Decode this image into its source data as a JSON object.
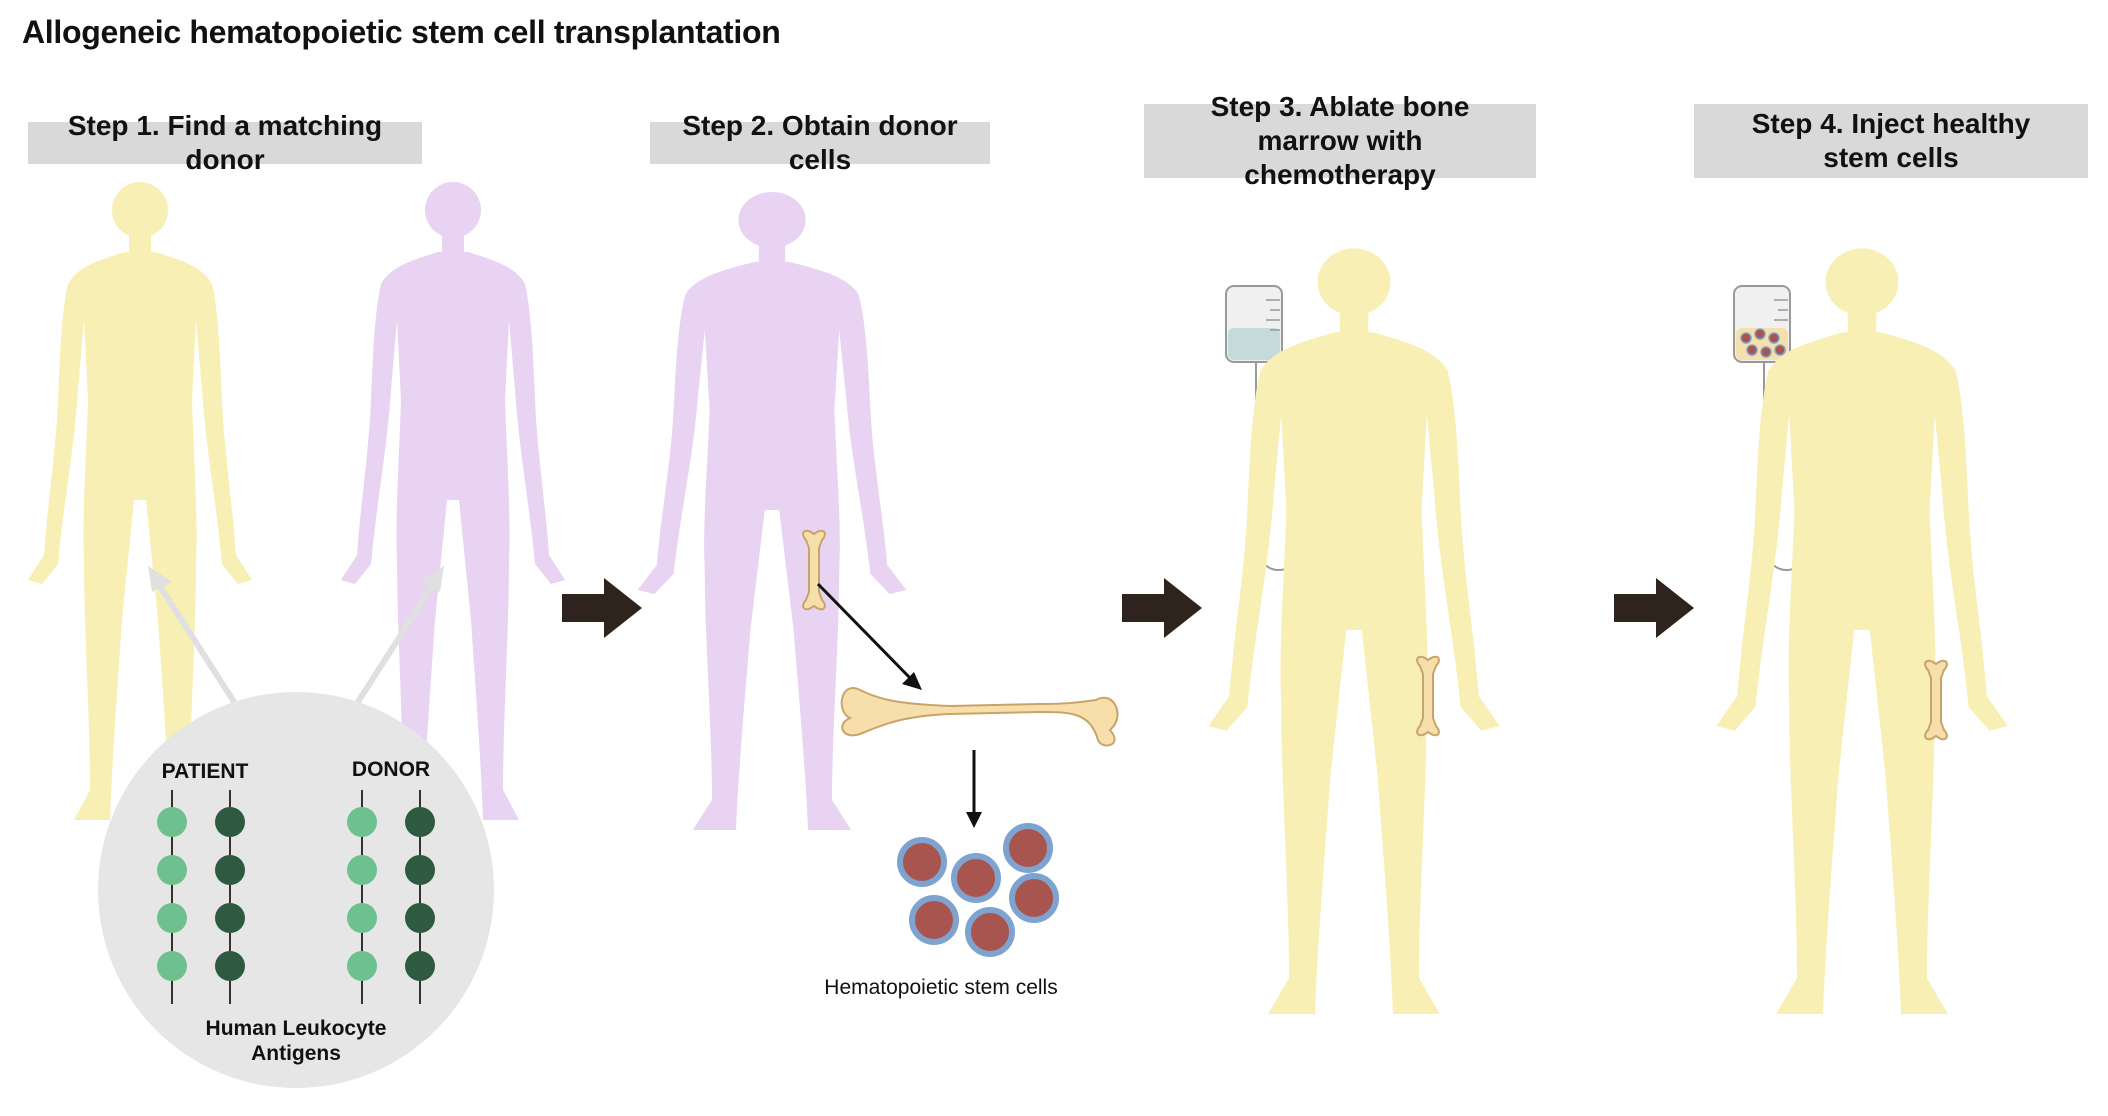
{
  "title": "Allogeneic hematopoietic stem cell transplantation",
  "steps": [
    {
      "label": "Step 1. Find a matching donor"
    },
    {
      "label": "Step 2. Obtain donor cells"
    },
    {
      "label": "Step 3. Ablate bone marrow with chemotherapy"
    },
    {
      "label": "Step 4. Inject healthy stem cells"
    }
  ],
  "hla_panel": {
    "patient_label": "PATIENT",
    "donor_label": "DONOR",
    "caption": "Human Leukocyte Antigens"
  },
  "stem_cells_caption": "Hematopoietic stem cells",
  "colors": {
    "patient_body": "#f8efb4",
    "donor_body": "#e8d3f3",
    "step_bg": "#d9d9d9",
    "arrow": "#2f241d",
    "bone": "#f6dfab",
    "bone_outline": "#c9a46a",
    "hla_light": "#6ec08f",
    "hla_dark": "#2e5a40",
    "cell_ring": "#7ea3cf",
    "cell_core": "#a9554f",
    "iv_fluid": "#c4dadb",
    "panel_circle": "#e6e6e6"
  }
}
